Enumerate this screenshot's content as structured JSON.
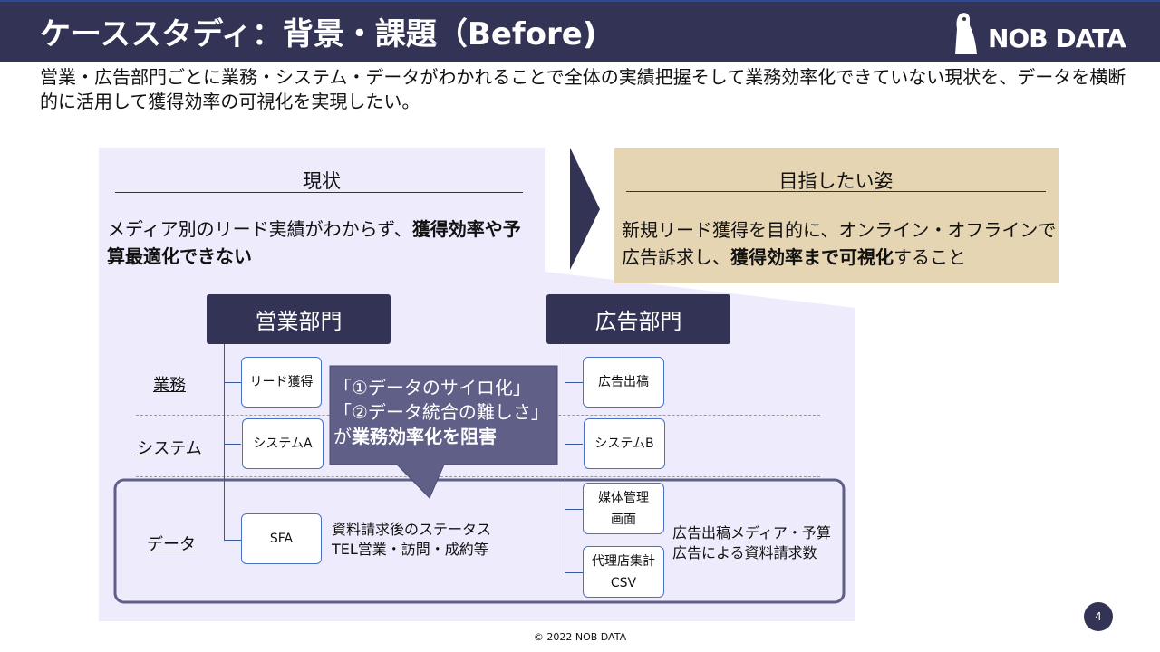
{
  "header": {
    "title": "ケーススタディ：背景・課題（Before)",
    "logo": "NOB DATA"
  },
  "intro": "営業・広告部門ごとに業務・システム・データがわかれることで全体の実績把握そして業務効率化できていない現状を、データを横断的に活用して獲得効率の可視化を実現したい。",
  "current": {
    "title": "現状",
    "text_plain": "メディア別のリード実績がわからず、",
    "text_bold": "獲得効率や予算最適化できない"
  },
  "goal": {
    "title": "目指したい姿",
    "line1": "新規リード獲得を目的に、オンライン・オフラインで",
    "line2_plain1": "広告訴求し、",
    "line2_bold1": "獲得効率まで",
    "line2_bold2": "可視化",
    "line2_plain2": "すること"
  },
  "departments": {
    "sales": "営業部門",
    "ads": "広告部門"
  },
  "rows": {
    "work": "業務",
    "system": "システム",
    "data": "データ"
  },
  "sales_boxes": {
    "work": "リード獲得",
    "system": "システムA",
    "data": "SFA"
  },
  "ads_boxes": {
    "work": "広告出稿",
    "system": "システムB",
    "data1_line1": "媒体管理",
    "data1_line2": "画面",
    "data2_line1": "代理店集計",
    "data2_line2": "CSV"
  },
  "sales_data_note": {
    "line1": "資料請求後のステータス",
    "line2": "TEL営業・訪問・成約等"
  },
  "ads_data_note": {
    "line1": "広告出稿メディア・予算",
    "line2": "広告による資料請求数"
  },
  "callout": {
    "line1": "「①データのサイロ化」",
    "line2": "「②データ統合の難しさ」",
    "line3_plain": "が",
    "line3_bold": "業務効率化を阻害"
  },
  "footer": {
    "copyright": "© 2022 NOB DATA",
    "page": "4"
  },
  "colors": {
    "navy": "#333355",
    "lavender": "#eeebfc",
    "beige": "#e6d5b3",
    "callout": "#5f5f88"
  }
}
